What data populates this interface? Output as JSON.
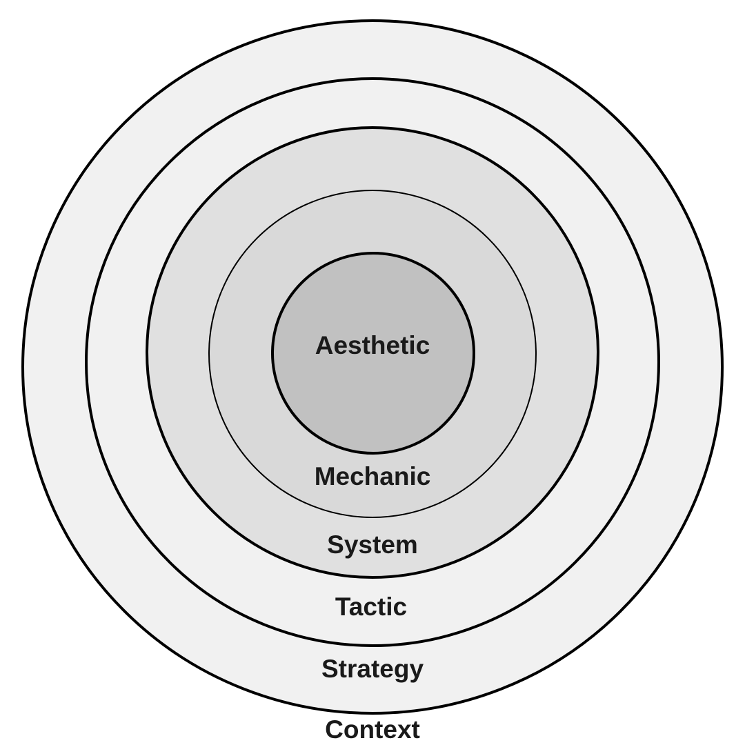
{
  "diagram": {
    "rings": [
      {
        "id": "context",
        "label": "Context",
        "fill": "#f1f1f1"
      },
      {
        "id": "strategy",
        "label": "Strategy",
        "fill": "#f1f1f1"
      },
      {
        "id": "tactic",
        "label": "Tactic",
        "fill": "#e0e0e0"
      },
      {
        "id": "system",
        "label": "System",
        "fill": "#d4d4d4"
      },
      {
        "id": "mechanic",
        "label": "Mechanic",
        "fill": "#d9d9d9"
      },
      {
        "id": "aesthetic",
        "label": "Aesthetic",
        "fill": "#c1c1c1"
      }
    ],
    "stroke_color": "#000000",
    "background": "#ffffff"
  }
}
